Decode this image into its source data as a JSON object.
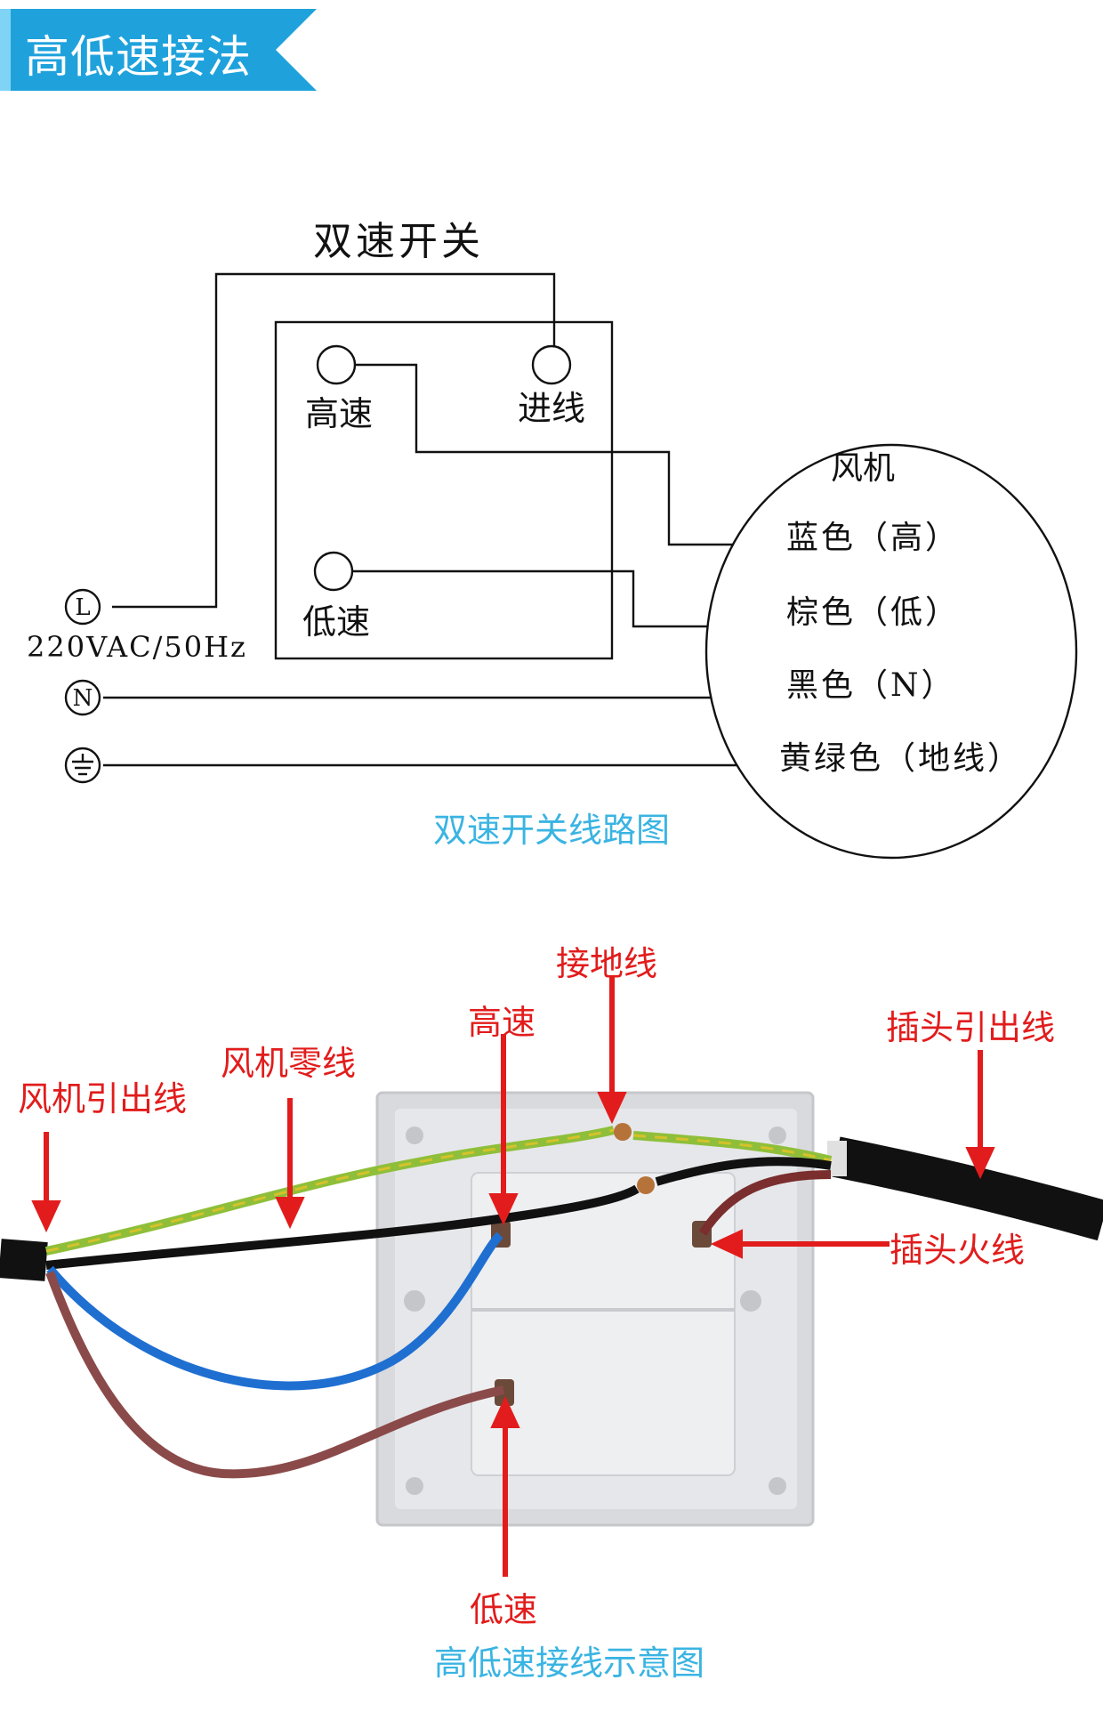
{
  "header": {
    "title": "高低速接法"
  },
  "schematic": {
    "switch_title": "双速开关",
    "terminals": {
      "high": "高速",
      "input": "进线",
      "low": "低速"
    },
    "supply_symbols": {
      "live": "L",
      "neutral": "N"
    },
    "supply_label": "220VAC/50Hz",
    "fan": {
      "title": "风机",
      "wires": [
        "蓝色（高）",
        "棕色（低）",
        "黑色（N）",
        "黄绿色（地线）"
      ]
    },
    "caption": "双速开关线路图"
  },
  "photo": {
    "labels": {
      "ground_wire": "接地线",
      "high_speed": "高速",
      "plug_cable": "插头引出线",
      "fan_neutral": "风机零线",
      "fan_cable": "风机引出线",
      "plug_live": "插头火线",
      "low_speed": "低速"
    },
    "caption": "高低速接线示意图"
  },
  "colors": {
    "banner": "#1fa2dc",
    "caption": "#3ab4e2",
    "annotation_red": "#e21c1c",
    "wire_blue": "#1f6fd1",
    "wire_brown": "#8b4a4a",
    "wire_black": "#111111",
    "wire_green_yellow": "#8fbf3a"
  }
}
